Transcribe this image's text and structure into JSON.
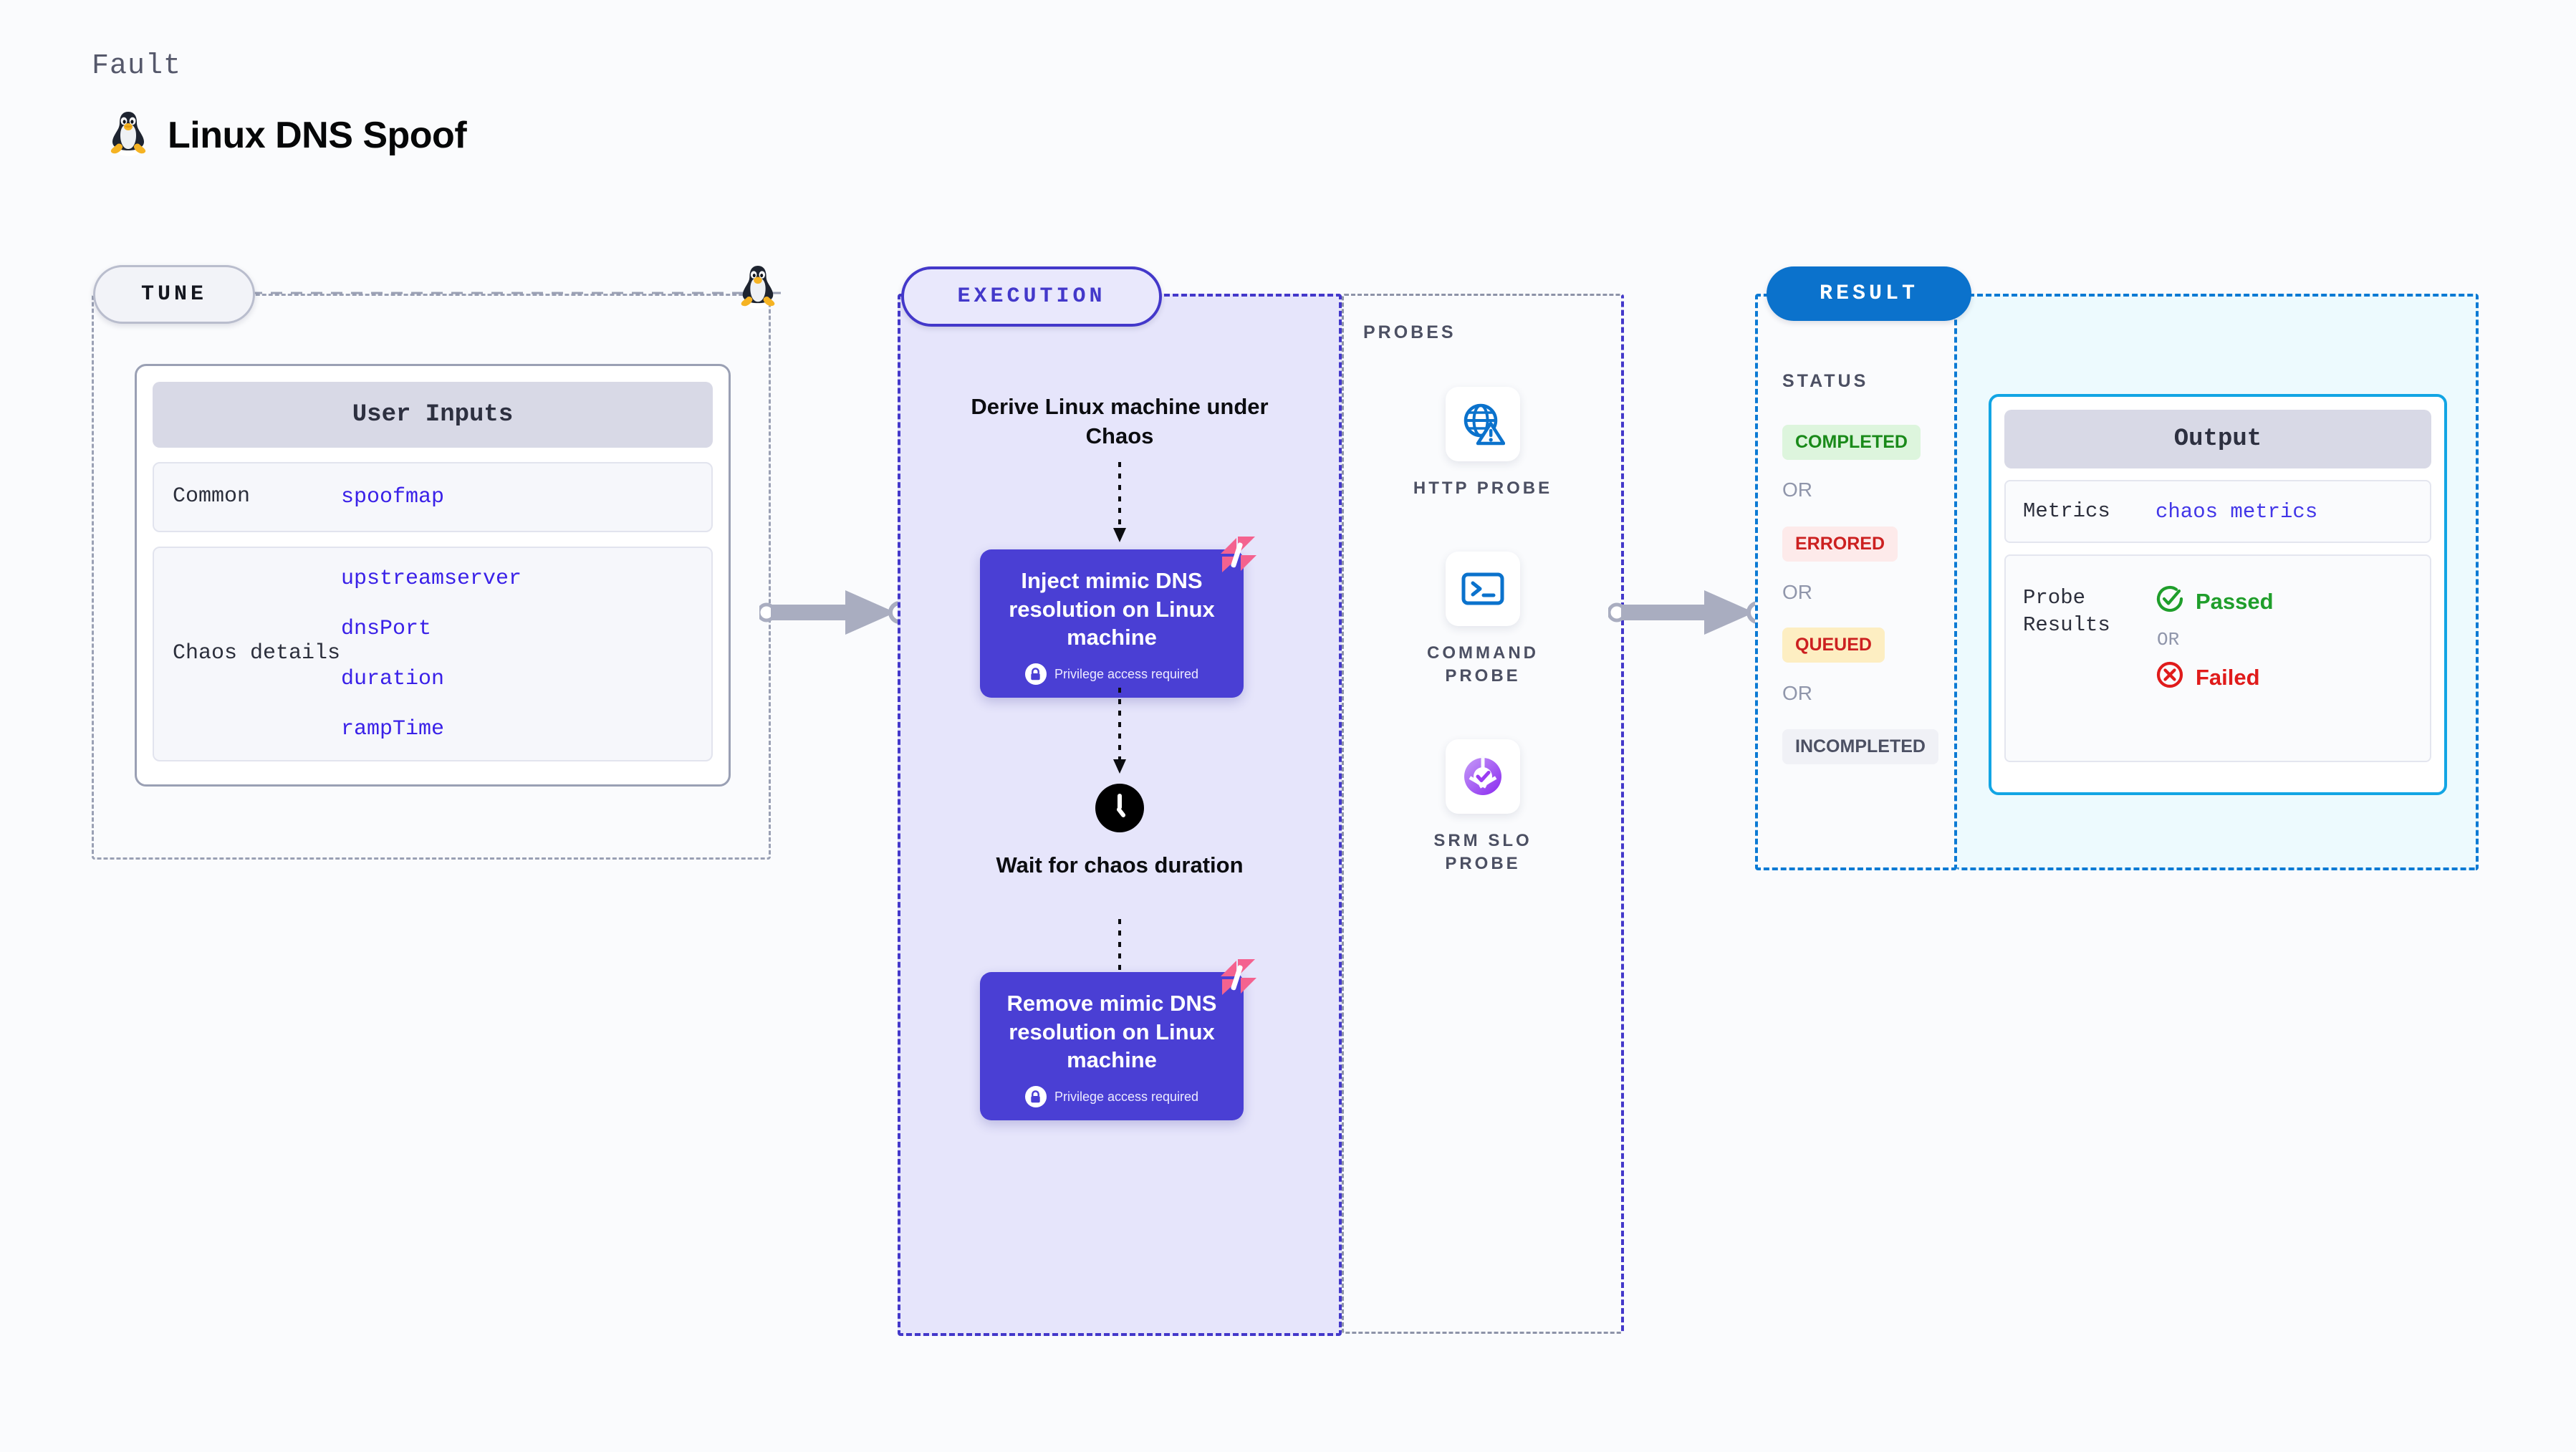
{
  "header": {
    "eyebrow": "Fault",
    "title": "Linux DNS Spoof",
    "icon": "linux-tux-icon"
  },
  "tune": {
    "pill_label": "TUNE",
    "card_title": "User Inputs",
    "rows": [
      {
        "key": "Common",
        "values": [
          "spoofmap"
        ]
      },
      {
        "key": "Chaos details",
        "values": [
          "upstreamserver",
          "dnsPort",
          "duration",
          "rampTime"
        ]
      }
    ],
    "edge_icon": "linux-tux-icon"
  },
  "execution": {
    "pill_label": "EXECUTION",
    "start_text": "Derive Linux machine under Chaos",
    "inject_node": {
      "title": "Inject mimic DNS resolution on Linux machine",
      "privilege": "Privilege access required"
    },
    "wait_text": "Wait for chaos duration",
    "wait_icon": "clock-icon",
    "remove_node": {
      "title": "Remove mimic DNS resolution on Linux machine",
      "privilege": "Privilege access required"
    }
  },
  "probes": {
    "label": "PROBES",
    "items": [
      {
        "label": "HTTP PROBE",
        "icon": "globe-warning-icon"
      },
      {
        "label": "COMMAND PROBE",
        "icon": "terminal-icon"
      },
      {
        "label": "SRM SLO PROBE",
        "icon": "slo-donut-check-icon"
      }
    ]
  },
  "result": {
    "pill_label": "RESULT",
    "status_label": "STATUS",
    "or_label": "OR",
    "statuses": [
      {
        "text": "COMPLETED",
        "bg": "#ddf5dd",
        "fg": "#1a8a1a"
      },
      {
        "text": "ERRORED",
        "bg": "#fdeaea",
        "fg": "#cc2020"
      },
      {
        "text": "QUEUED",
        "bg": "#fdeec2",
        "fg": "#cc2020"
      },
      {
        "text": "INCOMPLETED",
        "bg": "#f0f1f6",
        "fg": "#4c5063"
      }
    ],
    "output": {
      "title": "Output",
      "metrics_key": "Metrics",
      "metrics_value": "chaos metrics",
      "probe_results_key": "Probe Results",
      "passed_label": "Passed",
      "failed_label": "Failed",
      "or_label": "OR"
    }
  },
  "colors": {
    "accent_purple": "#4338ca",
    "node_purple": "#4a3fd4",
    "accent_blue": "#0b72cc",
    "output_border": "#12a5e4",
    "link_blue": "#3a21e8",
    "pink_badge": "#f4628f"
  }
}
